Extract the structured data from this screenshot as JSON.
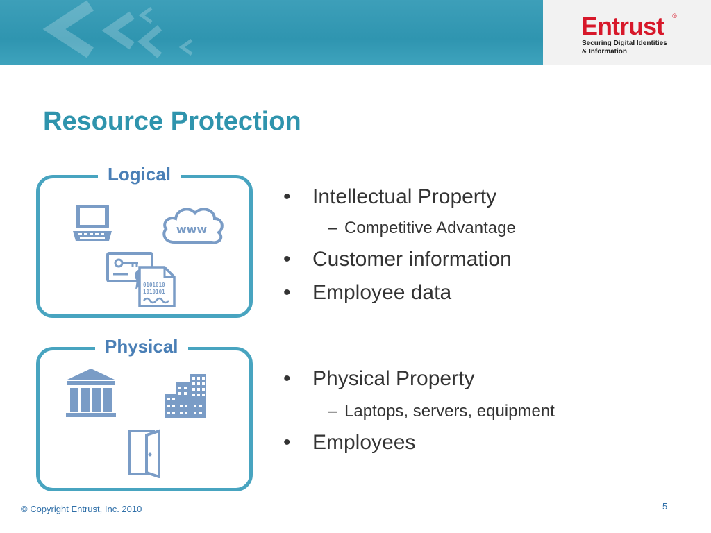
{
  "header": {
    "logo": {
      "name": "Entrust",
      "reg": "®",
      "tagline_line1": "Securing Digital Identities",
      "tagline_line2": "& Information"
    }
  },
  "slide": {
    "title": "Resource Protection",
    "panels": [
      {
        "label": "Logical",
        "icons": [
          "laptop-icon",
          "www-cloud-icon",
          "certificate-icon",
          "binary-document-icon"
        ]
      },
      {
        "label": "Physical",
        "icons": [
          "bank-building-icon",
          "office-buildings-icon",
          "door-icon"
        ]
      }
    ],
    "bullets_logical": [
      {
        "level": 1,
        "text": "Intellectual Property"
      },
      {
        "level": 2,
        "text": "Competitive Advantage"
      },
      {
        "level": 1,
        "text": "Customer information"
      },
      {
        "level": 1,
        "text": "Employee data"
      }
    ],
    "bullets_physical": [
      {
        "level": 1,
        "text": "Physical Property"
      },
      {
        "level": 2,
        "text": "Laptops, servers, equipment"
      },
      {
        "level": 1,
        "text": "Employees"
      }
    ]
  },
  "footer": {
    "copyright": "© Copyright Entrust, Inc. 2010",
    "page_number": "5"
  },
  "colors": {
    "header": "#3a9cb6",
    "title": "#2f94ad",
    "panel_border": "#48a4c0",
    "panel_label": "#4a7fb6",
    "icon": "#7a9cc6",
    "brand_red": "#d7182a"
  }
}
